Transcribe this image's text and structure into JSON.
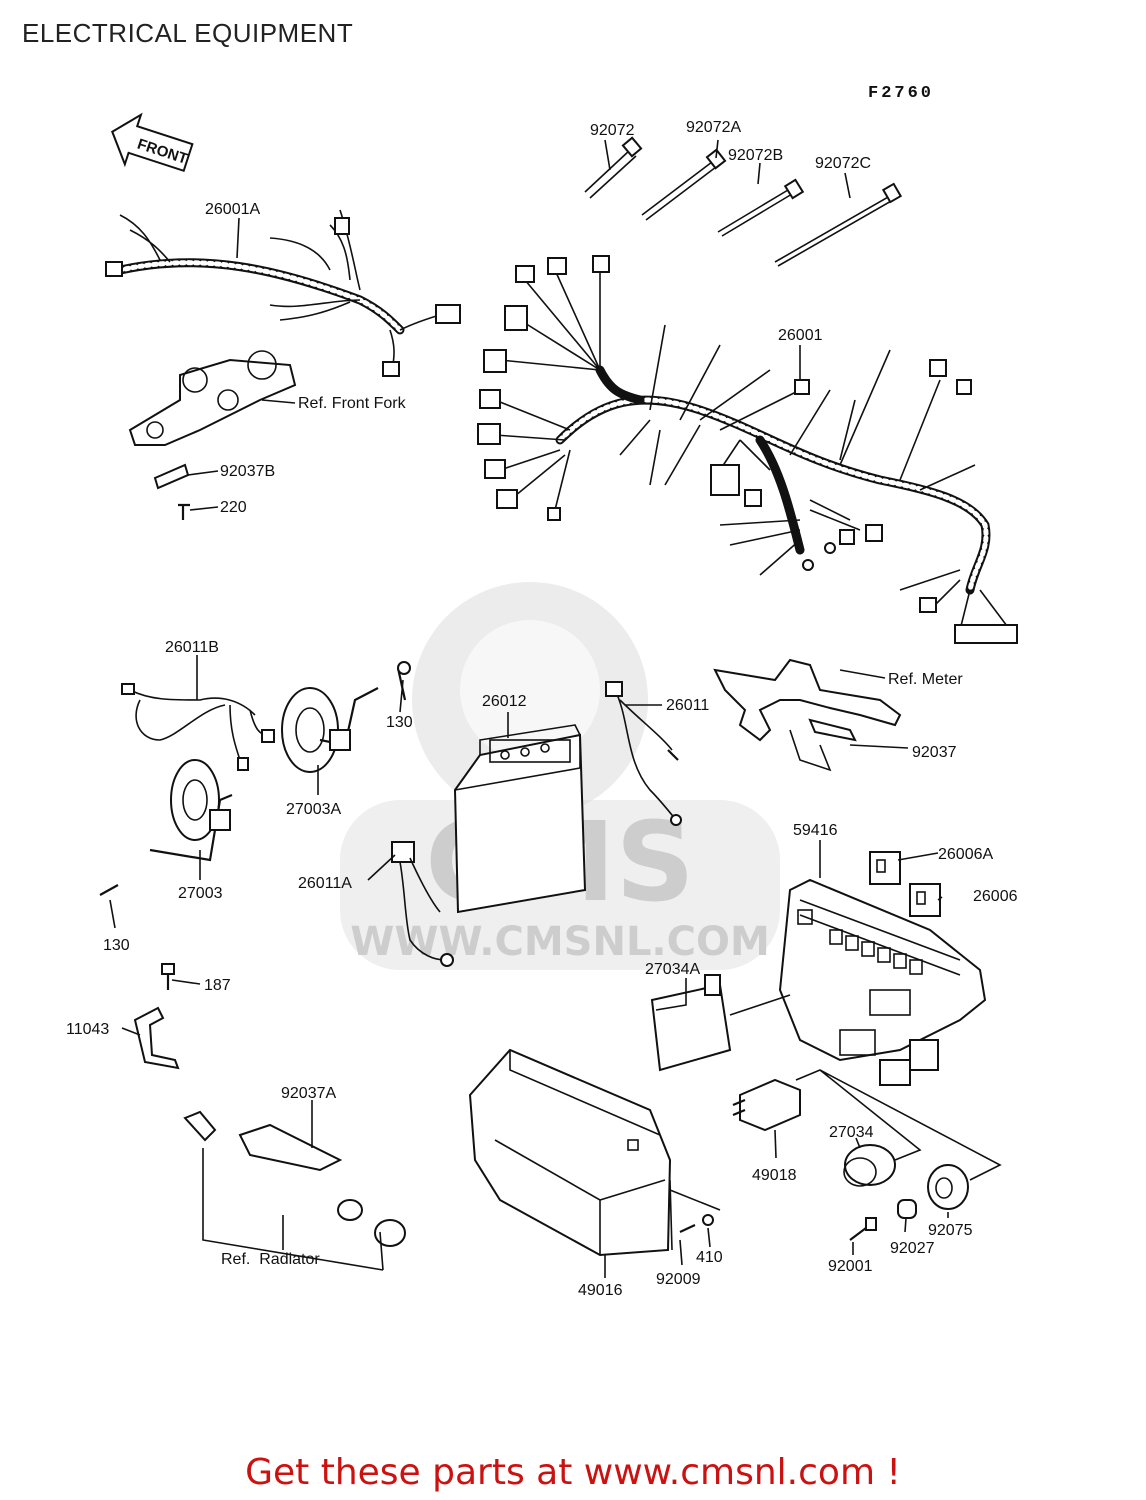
{
  "page": {
    "title": "ELECTRICAL EQUIPMENT",
    "diagram_code": "F2760",
    "direction_arrow": "FRONT",
    "footer": "Get these parts at www.cmsnl.com !"
  },
  "watermark": {
    "brand": "CMS",
    "url": "WWW.CMSNL.COM"
  },
  "parts": [
    {
      "id": "p92072",
      "label": "92072"
    },
    {
      "id": "p92072A",
      "label": "92072A"
    },
    {
      "id": "p92072B",
      "label": "92072B"
    },
    {
      "id": "p92072C",
      "label": "92072C"
    },
    {
      "id": "p26001A",
      "label": "26001A"
    },
    {
      "id": "p26001",
      "label": "26001"
    },
    {
      "id": "refFrontFork",
      "label": "Ref. Front Fork"
    },
    {
      "id": "p92037B",
      "label": "92037B"
    },
    {
      "id": "p220",
      "label": "220"
    },
    {
      "id": "p26011B",
      "label": "26011B"
    },
    {
      "id": "p130a",
      "label": "130"
    },
    {
      "id": "p26012",
      "label": "26012"
    },
    {
      "id": "p26011",
      "label": "26011"
    },
    {
      "id": "refMeter",
      "label": "Ref. Meter"
    },
    {
      "id": "p92037",
      "label": "92037"
    },
    {
      "id": "p27003A",
      "label": "27003A"
    },
    {
      "id": "p27003",
      "label": "27003"
    },
    {
      "id": "p26011A",
      "label": "26011A"
    },
    {
      "id": "p130b",
      "label": "130"
    },
    {
      "id": "p59416",
      "label": "59416"
    },
    {
      "id": "p26006A",
      "label": "26006A"
    },
    {
      "id": "p26006",
      "label": "26006"
    },
    {
      "id": "p187",
      "label": "187"
    },
    {
      "id": "p11043",
      "label": "11043"
    },
    {
      "id": "p27034A",
      "label": "27034A"
    },
    {
      "id": "p92037A",
      "label": "92037A"
    },
    {
      "id": "p27034",
      "label": "27034"
    },
    {
      "id": "p49018",
      "label": "49018"
    },
    {
      "id": "p92075",
      "label": "92075"
    },
    {
      "id": "p92027",
      "label": "92027"
    },
    {
      "id": "p92001",
      "label": "92001"
    },
    {
      "id": "p410",
      "label": "410"
    },
    {
      "id": "p92009",
      "label": "92009"
    },
    {
      "id": "p49016",
      "label": "49016"
    },
    {
      "id": "refRadiator",
      "label": "Ref.  Radiator"
    }
  ],
  "colors": {
    "footer": "#cc1111",
    "ink": "#111111",
    "watermark": "#d8d8d8"
  }
}
